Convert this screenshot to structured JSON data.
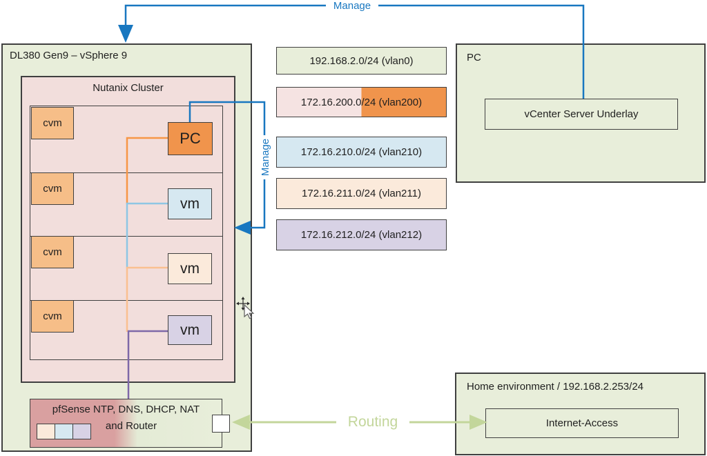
{
  "colors": {
    "border": "#3f3f3f",
    "text": "#1f1f1f",
    "green_fill": "#e8eeda",
    "pink_fill": "#f2dedc",
    "pink_light": "#f5e3e2",
    "cvm_fill": "#f6be88",
    "pc_orange": "#f0944c",
    "vm_blue": "#d6e8f1",
    "vm_cream": "#fbeadb",
    "vm_lavender": "#d8d2e5",
    "pfsense_left": "#d9a0a0",
    "blue": "#1877c0",
    "orange_line": "#f79646",
    "peach_line": "#fac090",
    "skyblue_line": "#8ec6e4",
    "purple_line": "#7e68a8",
    "routing_green": "#c3d69b"
  },
  "dl380": {
    "title": "DL380 Gen9 – vSphere 9"
  },
  "cluster": {
    "title": "Nutanix Cluster",
    "cvm": "cvm",
    "pc": "PC",
    "vm": "vm"
  },
  "pfsense": {
    "line1": "pfSense NTP, DNS, DHCP, NAT",
    "line2": "and Router"
  },
  "legend": {
    "items": [
      {
        "label": "192.168.2.0/24 (vlan0)"
      },
      {
        "label": "172.16.200.0/24 (vlan200)"
      },
      {
        "label": "172.16.210.0/24 (vlan210)"
      },
      {
        "label": "172.16.211.0/24 (vlan211)"
      },
      {
        "label": "172.16.212.0/24 (vlan212)"
      }
    ]
  },
  "pc_panel": {
    "title": "PC",
    "vcenter": "vCenter Server Underlay"
  },
  "home_panel": {
    "title": "Home environment / 192.168.2.253/24",
    "internet": "Internet-Access"
  },
  "connectors": {
    "manage_top": "Manage",
    "manage_side": "Manage",
    "routing": "Routing"
  }
}
